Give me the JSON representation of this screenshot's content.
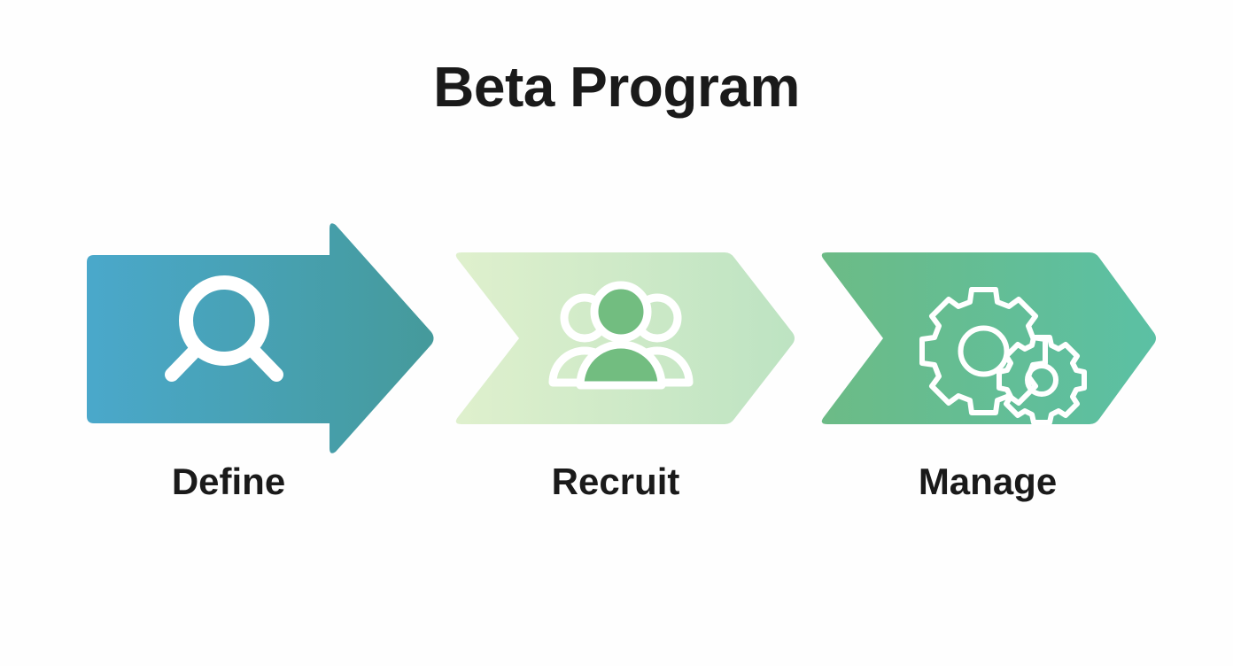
{
  "page": {
    "background_color": "#fefefe",
    "title": "Beta Program",
    "title_color": "#1a1a1a"
  },
  "diagram": {
    "type": "process-flow",
    "orientation": "horizontal",
    "steps": [
      {
        "index": 1,
        "label": "Define",
        "shape": "arrow",
        "icon": "magnifier-icon",
        "icon_color": "#ffffff",
        "fill_start": "#4aa8cb",
        "fill_end": "#459a9b"
      },
      {
        "index": 2,
        "label": "Recruit",
        "shape": "chevron",
        "icon": "people-group-icon",
        "icon_color": "#ffffff",
        "icon_accent": "#72bd80",
        "fill_start": "#dff0cd",
        "fill_end": "#bde3c2"
      },
      {
        "index": 3,
        "label": "Manage",
        "shape": "chevron",
        "icon": "gears-icon",
        "icon_color": "#ffffff",
        "fill_start": "#6cbb86",
        "fill_end": "#5bc0a4"
      }
    ]
  }
}
